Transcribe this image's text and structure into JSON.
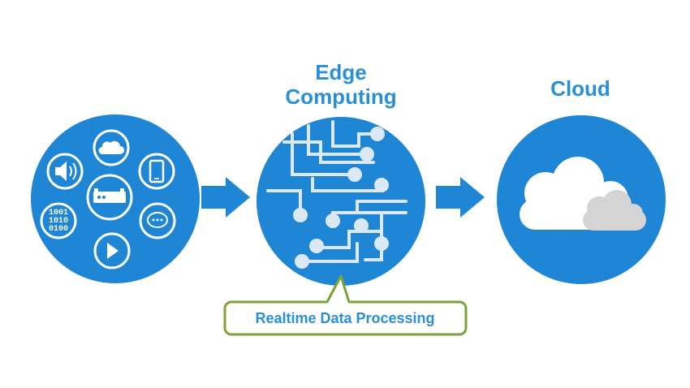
{
  "diagram": {
    "stages": [
      {
        "id": "devices",
        "title": ""
      },
      {
        "id": "edge",
        "title_lines": [
          "Edge",
          "Computing"
        ]
      },
      {
        "id": "cloud",
        "title": "Cloud"
      }
    ],
    "device_icons": [
      "cloud-icon",
      "speaker-icon",
      "tablet-icon",
      "router-icon",
      "chat-icon",
      "binary-data-icon",
      "play-icon"
    ],
    "binary_lines": [
      "1001",
      "1010",
      "0100"
    ],
    "callout": {
      "label": "Realtime Data Processing"
    },
    "colors": {
      "primary_blue": "#1f86d6",
      "title_blue": "#2b8fd6",
      "callout_border": "#7ba33a",
      "circuit_line": "#dbe9f7",
      "cloud_white": "#ffffff",
      "cloud_gray": "#d4d4d4"
    }
  }
}
